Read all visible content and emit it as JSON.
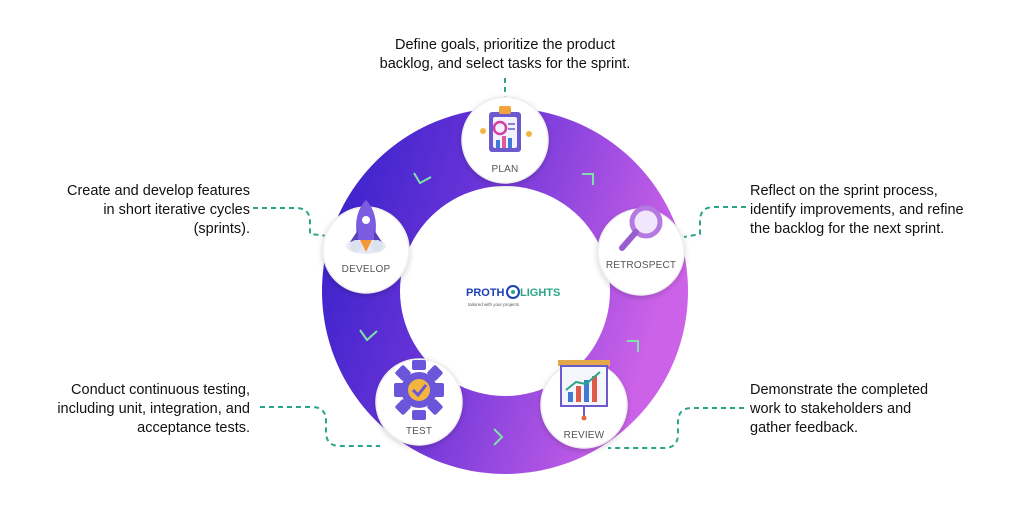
{
  "logo": {
    "text_left": "PROTH",
    "text_right": "LIGHTS",
    "tagline": "tailored with your projects"
  },
  "stages": [
    {
      "id": "plan",
      "label": "PLAN",
      "icon": "clipboard-plan-icon",
      "description": [
        "Define goals, prioritize the product",
        "backlog, and select tasks for the sprint."
      ]
    },
    {
      "id": "develop",
      "label": "DEVELOP",
      "icon": "rocket-icon",
      "description": [
        "Create and develop features",
        "in short iterative cycles",
        "(sprints)."
      ]
    },
    {
      "id": "retrospect",
      "label": "RETROSPECT",
      "icon": "magnifier-icon",
      "description": [
        "Reflect on the sprint process,",
        "identify improvements, and refine",
        "the backlog for the next sprint."
      ]
    },
    {
      "id": "test",
      "label": "TEST",
      "icon": "gear-check-icon",
      "description": [
        "Conduct continuous testing,",
        "including unit, integration, and",
        "acceptance tests."
      ]
    },
    {
      "id": "review",
      "label": "REVIEW",
      "icon": "chart-board-icon",
      "description": [
        "Demonstrate the completed",
        "work to stakeholders and",
        "gather feedback."
      ]
    }
  ],
  "colors": {
    "ring_start": "#3c1fd6",
    "ring_mid": "#6a34d8",
    "ring_end": "#c65ee6",
    "connector": "#2aa58a",
    "node_border": "#eeeeee",
    "logo_blue": "#1a3fb8"
  }
}
